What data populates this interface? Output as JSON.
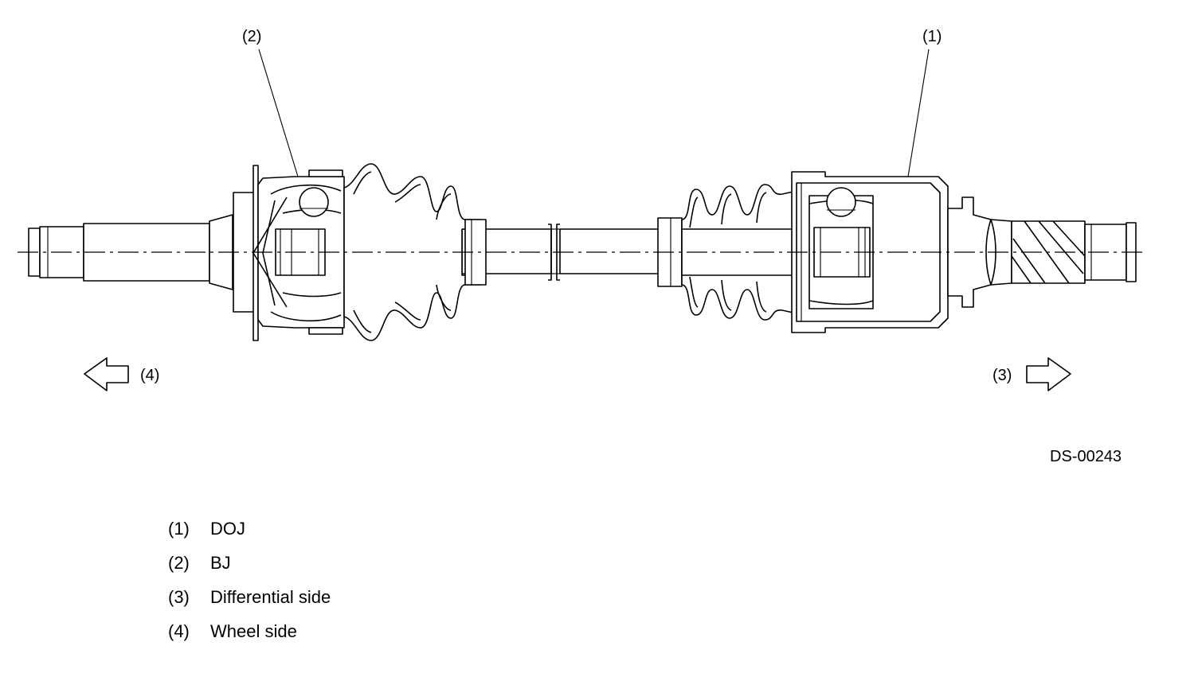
{
  "diagram": {
    "figure_code": "DS-00243",
    "callouts": {
      "doj": "(1)",
      "bj": "(2)",
      "differential": "(3)",
      "wheel": "(4)"
    }
  },
  "legend": [
    {
      "num": "(1)",
      "text": "DOJ"
    },
    {
      "num": "(2)",
      "text": "BJ"
    },
    {
      "num": "(3)",
      "text": "Differential side"
    },
    {
      "num": "(4)",
      "text": "Wheel side"
    }
  ]
}
